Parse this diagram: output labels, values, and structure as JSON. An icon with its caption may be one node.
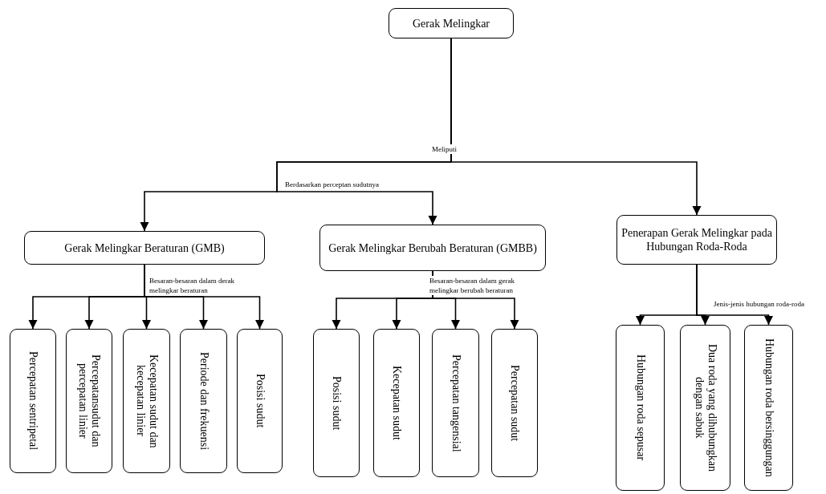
{
  "diagram": {
    "nodes": [
      {
        "text": [
          "Gerak Melingkar"
        ]
      },
      {
        "text": [
          "Gerak Melingkar Beraturan (GMB)"
        ]
      },
      {
        "text": [
          "Gerak Melingkar Berubah Beraturan (GMBB)"
        ]
      },
      {
        "text": [
          "Penerapan Gerak Melingkar pada Hubungan Roda-Roda"
        ]
      },
      {
        "text": [
          "Percepatan sentripetal"
        ]
      },
      {
        "text": [
          "Percepatansudut dan percepatan linier"
        ]
      },
      {
        "text": [
          "Kecepatan sudut dan kecepatan linier"
        ]
      },
      {
        "text": [
          "Periode dan frekuensi"
        ]
      },
      {
        "text": [
          "Posisi sudut"
        ]
      },
      {
        "text": [
          "Posisi sudut"
        ]
      },
      {
        "text": [
          "Kecepatan sudut"
        ]
      },
      {
        "text": [
          "Percepatan tangensial"
        ]
      },
      {
        "text": [
          "Percepatan sudut"
        ]
      },
      {
        "text": [
          "Hubungan roda sepusar"
        ]
      },
      {
        "text": [
          "Dua roda yang dihubungkan dengan sabuk"
        ]
      },
      {
        "text": [
          "Hubungan roda bersinggungan"
        ]
      }
    ],
    "edges": [
      {
        "from": 0,
        "to": 1,
        "arrow": "to"
      },
      {
        "from": 0,
        "to": 2,
        "arrow": "to",
        "label": "Berdasarkan perceptan sudutnya"
      },
      {
        "from": 0,
        "to": 3,
        "arrow": "to",
        "label": "Meliputi"
      },
      {
        "from": 1,
        "to": 4,
        "arrow": "to",
        "label": "Besaran-besaran dalam derak melingkar beraturan"
      },
      {
        "from": 1,
        "to": 5,
        "arrow": "to"
      },
      {
        "from": 1,
        "to": 6,
        "arrow": "to"
      },
      {
        "from": 1,
        "to": 7,
        "arrow": "to"
      },
      {
        "from": 1,
        "to": 8,
        "arrow": "to"
      },
      {
        "from": 2,
        "to": 9,
        "arrow": "to",
        "label": "Besaran-besaran dalam gerak melingkar berubah beraturan"
      },
      {
        "from": 2,
        "to": 10,
        "arrow": "to"
      },
      {
        "from": 2,
        "to": 11,
        "arrow": "to"
      },
      {
        "from": 2,
        "to": 12,
        "arrow": "to"
      },
      {
        "from": 3,
        "to": 13,
        "arrow": "to",
        "label": "Jenis-jenis hubungan roda-roda"
      },
      {
        "from": 3,
        "to": 14,
        "arrow": "to"
      },
      {
        "from": 3,
        "to": 15,
        "arrow": "to"
      }
    ]
  }
}
